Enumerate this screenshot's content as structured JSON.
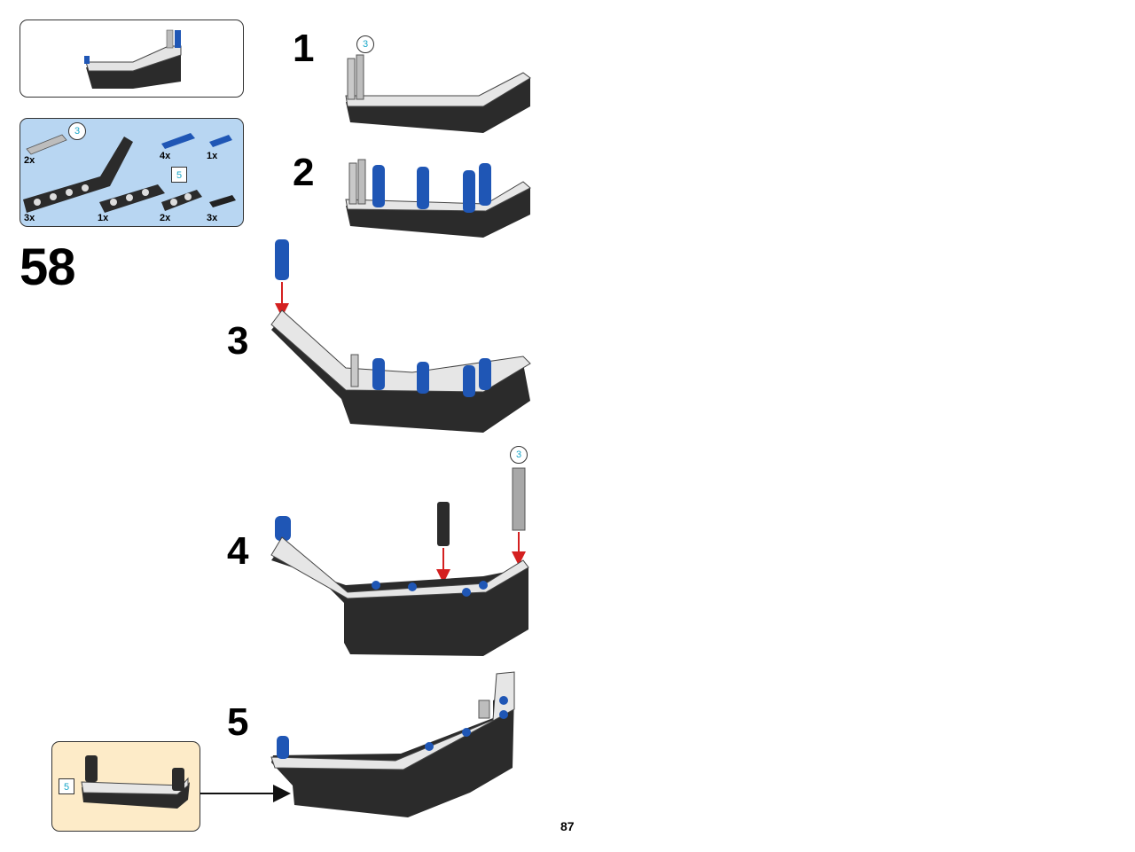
{
  "step": {
    "number": "58"
  },
  "parts_list": {
    "items": [
      {
        "name": "axle-grey",
        "qty": "2x",
        "length_label": "3"
      },
      {
        "name": "pin-blue-long",
        "qty": "4x"
      },
      {
        "name": "pin-blue-short",
        "qty": "1x"
      },
      {
        "name": "angled-beam-black",
        "qty": "3x"
      },
      {
        "name": "beam-black",
        "qty": "1x"
      },
      {
        "name": "short-beam-black",
        "qty": "2x",
        "length_label": "5"
      },
      {
        "name": "connector-black",
        "qty": "3x"
      }
    ]
  },
  "substeps": [
    {
      "number": "1",
      "callout": "3"
    },
    {
      "number": "2"
    },
    {
      "number": "3"
    },
    {
      "number": "4",
      "callout": "3"
    },
    {
      "number": "5",
      "subassembly_label": "5"
    }
  ],
  "page_number": "87",
  "colors": {
    "parts_bg": "#b8d6f2",
    "subassembly_bg": "#fdebc8",
    "beam": "#2b2b2b",
    "pin": "#1f56b5",
    "axle": "#9a9a9a",
    "arrow": "#d42020",
    "callout_text": "#18a6c8"
  }
}
